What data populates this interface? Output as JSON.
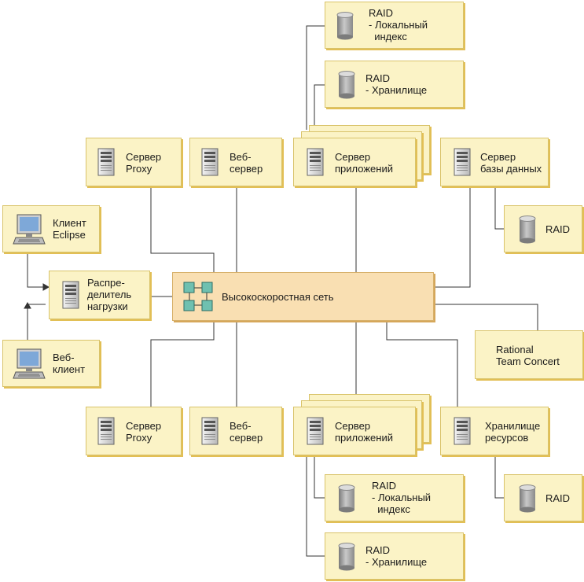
{
  "colors": {
    "box_fill": "#fbf3c6",
    "box_border": "#d9c36a",
    "box_shadow": "#e2bf55",
    "network_fill": "#f9dfb2",
    "line": "#333333"
  },
  "network": {
    "label": "Высокоскоростная сеть",
    "icon": "network-icon"
  },
  "eclipse_client": {
    "label": "Клиент\nEclipse",
    "icon": "desktop-computer-icon"
  },
  "web_client": {
    "label": "Веб-\nклиент",
    "icon": "desktop-computer-icon"
  },
  "load_balancer": {
    "label": "Распре-\nделитель\nнагрузки",
    "icon": "server-icon"
  },
  "rtc": {
    "label": "Rational\nTeam Concert"
  },
  "top": {
    "proxy": {
      "label": "Сервер\nProxy",
      "icon": "server-icon"
    },
    "web_server": {
      "label": "Веб-\nсервер",
      "icon": "server-icon"
    },
    "app_server": {
      "label": "Сервер\nприложений",
      "icon": "server-icon"
    },
    "db_server": {
      "label": "Сервер\nбазы данных",
      "icon": "server-icon"
    },
    "raid_index": {
      "label": "RAID\n- Локальный\n  индекс",
      "icon": "disk-cylinder-icon"
    },
    "raid_storage": {
      "label": "RAID\n- Хранилище",
      "icon": "disk-cylinder-icon"
    },
    "raid_db": {
      "label": "RAID",
      "icon": "disk-cylinder-icon"
    }
  },
  "bottom": {
    "proxy": {
      "label": "Сервер\nProxy",
      "icon": "server-icon"
    },
    "web_server": {
      "label": "Веб-\nсервер",
      "icon": "server-icon"
    },
    "app_server": {
      "label": "Сервер\nприложений",
      "icon": "server-icon"
    },
    "resource_storage": {
      "label": "Хранилище\nресурсов",
      "icon": "server-icon"
    },
    "raid_index": {
      "label": "RAID\n- Локальный\n  индекс",
      "icon": "disk-cylinder-icon"
    },
    "raid_storage": {
      "label": "RAID\n- Хранилище",
      "icon": "disk-cylinder-icon"
    },
    "raid_resources": {
      "label": "RAID",
      "icon": "disk-cylinder-icon"
    }
  }
}
